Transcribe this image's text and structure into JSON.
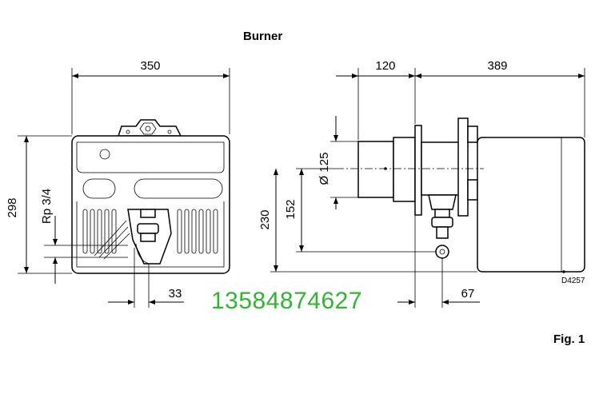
{
  "diagram": {
    "title": "Burner",
    "figure_label": "Fig. 1",
    "drawing_code": "D4257",
    "phone_watermark": "13584874627",
    "dimensions": {
      "front_width": "350",
      "front_height": "298",
      "pipe_thread": "Rp 3/4",
      "pipe_offset": "33",
      "head_length": "120",
      "body_length": "389",
      "head_diameter": "Ø 125",
      "axis_height": "152",
      "connection_height": "230",
      "connection_offset": "67"
    },
    "colors": {
      "watermark": "#2fb52f",
      "lines": "#000000"
    }
  }
}
